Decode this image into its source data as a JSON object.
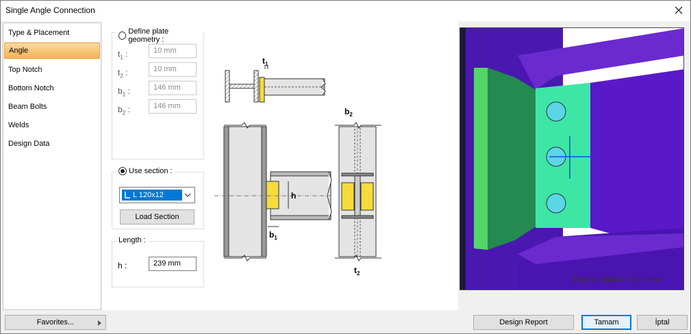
{
  "window": {
    "title": "Single Angle Connection"
  },
  "sidebar": {
    "items": [
      {
        "label": "Type & Placement"
      },
      {
        "label": "Angle"
      },
      {
        "label": "Top Notch"
      },
      {
        "label": "Bottom Notch"
      },
      {
        "label": "Beam Bolts"
      },
      {
        "label": "Welds"
      },
      {
        "label": "Design Data"
      }
    ]
  },
  "plate_geometry": {
    "title": "Define plate geometry :",
    "selected": false,
    "params": [
      {
        "symbol": "t",
        "sub": "1",
        "value": "10 mm"
      },
      {
        "symbol": "t",
        "sub": "2",
        "value": "10 mm"
      },
      {
        "symbol": "b",
        "sub": "1",
        "value": "146 mm"
      },
      {
        "symbol": "b",
        "sub": "2",
        "value": "146 mm"
      }
    ]
  },
  "use_section": {
    "title": "Use section :",
    "selected": true,
    "section_value": "L 120x12",
    "load_button": "Load Section"
  },
  "length": {
    "title": "Length :",
    "label": "h :",
    "value": "239 mm"
  },
  "diagram": {
    "labels": {
      "t1": "t",
      "t1_sub": "1",
      "b2": "b",
      "b2_sub": "2",
      "h": "h",
      "b1": "b",
      "b1_sub": "1",
      "t2": "t",
      "t2_sub": "2"
    }
  },
  "preview": {
    "hint": "Double click for full view"
  },
  "footer": {
    "favorites": "Favorites...",
    "design_report": "Design Report",
    "ok": "Tamam",
    "cancel": "İptal"
  },
  "colors": {
    "accent": "#0078d7",
    "active_tab": "#f5b455",
    "steel_purple": "#5a19c8",
    "plate_green": "#3ee6a6",
    "weld_yellow": "#f5dc3c"
  }
}
